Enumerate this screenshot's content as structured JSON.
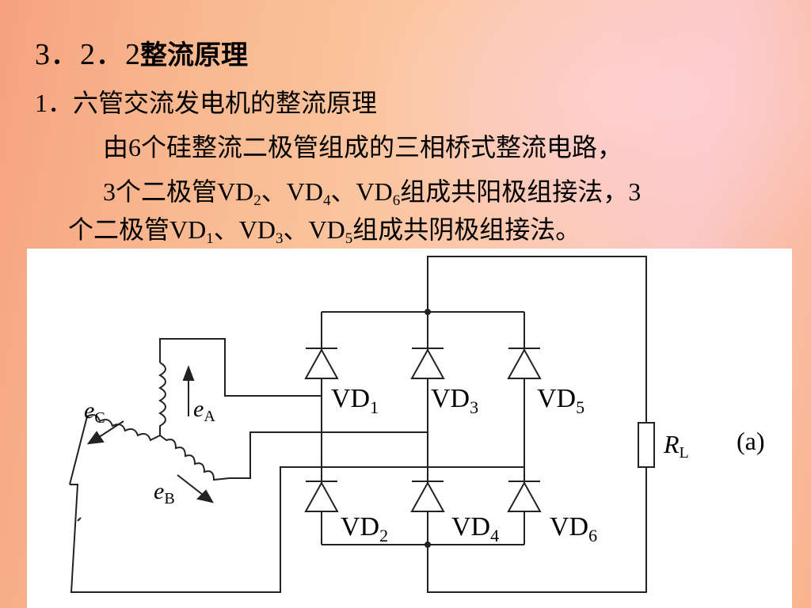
{
  "slide": {
    "title_num": "3．2．2",
    "title_text": "整流原理",
    "line1": "1．六管交流发电机的整流原理",
    "line2": "由6个硅整流二极管组成的三相桥式整流电路，",
    "line3": {
      "p1": "3个二极管VD",
      "s1": "2",
      "p2": "、VD",
      "s2": "4",
      "p3": "、VD",
      "s3": "6",
      "p4": "组成共阳极组接法，3"
    },
    "line4": {
      "p1": "个二极管VD",
      "s1": "1",
      "p2": "、VD",
      "s2": "3",
      "p3": "、VD",
      "s3": "5",
      "p4": "组成共阴极组接法。"
    }
  },
  "circuit": {
    "labels": {
      "vd1": "VD",
      "vd1_sub": "1",
      "vd3": "VD",
      "vd3_sub": "3",
      "vd5": "VD",
      "vd5_sub": "5",
      "vd2": "VD",
      "vd2_sub": "2",
      "vd4": "VD",
      "vd4_sub": "4",
      "vd6": "VD",
      "vd6_sub": "6",
      "ea": "e",
      "ea_sub": "A",
      "eb": "e",
      "eb_sub": "B",
      "ec": "e",
      "ec_sub": "C",
      "rl": "R",
      "rl_sub": "L",
      "fig_tag": "(a)"
    }
  }
}
